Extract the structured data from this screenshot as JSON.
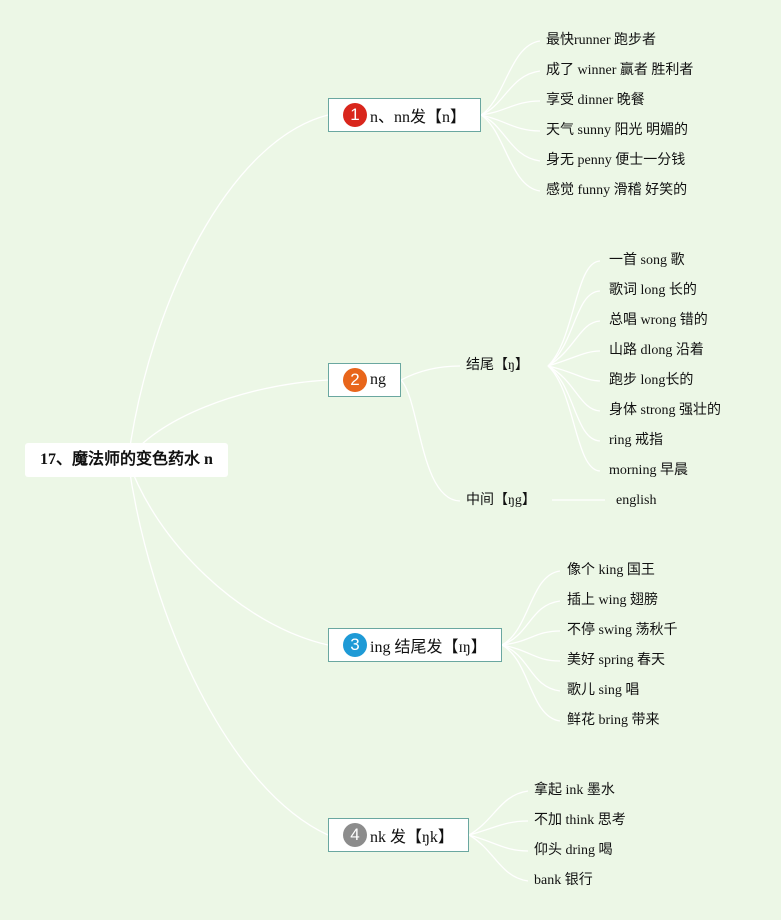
{
  "root": {
    "label": "17、魔法师的变色药水 n"
  },
  "branches": [
    {
      "number": "1",
      "badge_color": "#d9261c",
      "label": "n、nn发【n】",
      "leaves": [
        "最快runner 跑步者",
        "成了 winner 赢者 胜利者",
        "享受 dinner 晚餐",
        "天气 sunny 阳光 明媚的",
        "身无 penny 便士一分钱",
        "感觉 funny 滑稽 好笑的"
      ]
    },
    {
      "number": "2",
      "badge_color": "#e8651a",
      "label": "ng",
      "subs": [
        {
          "label": "结尾【ŋ】",
          "leaves": [
            "一首 song 歌",
            "歌词 long 长的",
            "总唱 wrong 错的",
            "山路 dlong 沿着",
            "跑步 long长的",
            "身体 strong 强壮的",
            "ring 戒指",
            "morning 早晨"
          ]
        },
        {
          "label": "中间【ŋg】",
          "leaves": [
            "english"
          ]
        }
      ]
    },
    {
      "number": "3",
      "badge_color": "#1e9ad6",
      "label": "ing 结尾发【ɪŋ】",
      "leaves": [
        "像个 king 国王",
        "插上 wing 翅膀",
        "不停 swing 荡秋千",
        "美好 spring 春天",
        "歌儿 sing 唱",
        "鲜花 bring 带来"
      ]
    },
    {
      "number": "4",
      "badge_color": "#8c8c8c",
      "label": "nk 发【ŋk】",
      "leaves": [
        "拿起 ink 墨水",
        "不加 think 思考",
        "仰头 dring 喝",
        "bank 银行"
      ]
    }
  ]
}
